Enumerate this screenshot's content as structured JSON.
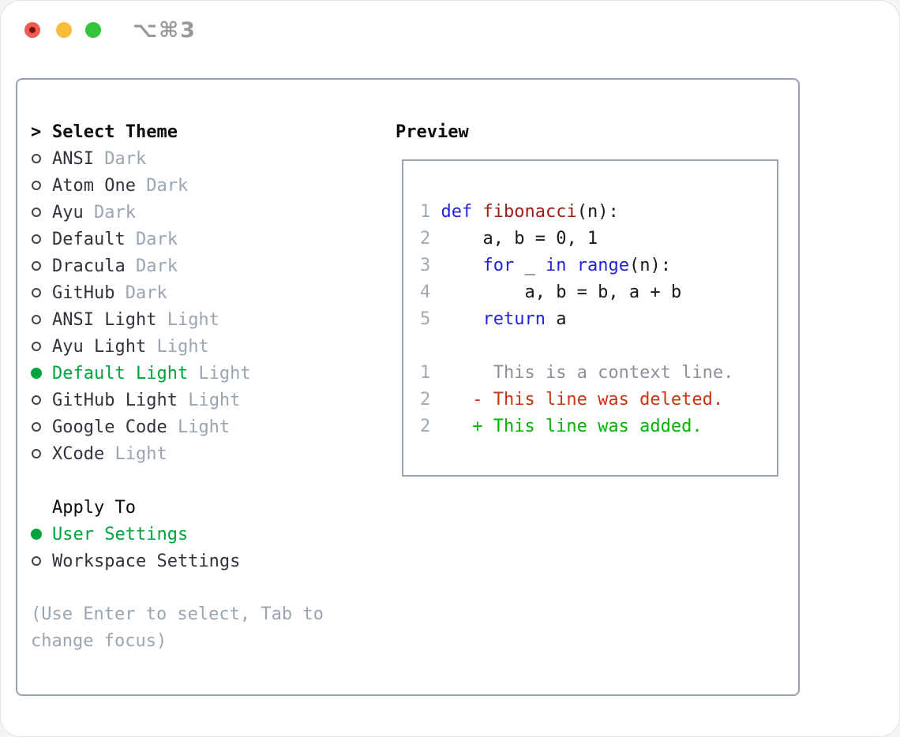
{
  "titlebar": {
    "title": "⌥⌘3",
    "buttons": [
      {
        "name": "close"
      },
      {
        "name": "minimize"
      },
      {
        "name": "zoom"
      }
    ]
  },
  "theme_list": {
    "header_prefix": ">",
    "header": "Select Theme",
    "items": [
      {
        "name": "ANSI",
        "tag": "Dark",
        "selected": false
      },
      {
        "name": "Atom One",
        "tag": "Dark",
        "selected": false
      },
      {
        "name": "Ayu",
        "tag": "Dark",
        "selected": false
      },
      {
        "name": "Default",
        "tag": "Dark",
        "selected": false
      },
      {
        "name": "Dracula",
        "tag": "Dark",
        "selected": false
      },
      {
        "name": "GitHub",
        "tag": "Dark",
        "selected": false
      },
      {
        "name": "ANSI Light",
        "tag": "Light",
        "selected": false
      },
      {
        "name": "Ayu Light",
        "tag": "Light",
        "selected": false
      },
      {
        "name": "Default Light",
        "tag": "Light",
        "selected": true
      },
      {
        "name": "GitHub Light",
        "tag": "Light",
        "selected": false
      },
      {
        "name": "Google Code",
        "tag": "Light",
        "selected": false
      },
      {
        "name": "XCode",
        "tag": "Light",
        "selected": false
      }
    ]
  },
  "apply_to": {
    "header": "Apply To",
    "options": [
      {
        "name": "User Settings",
        "selected": true
      },
      {
        "name": "Workspace Settings",
        "selected": false
      }
    ]
  },
  "hint": "(Use Enter to select, Tab to change focus)",
  "preview": {
    "header": "Preview",
    "code_lines": [
      {
        "num": "1",
        "segments": [
          {
            "text": "def",
            "style": "kw"
          },
          {
            "text": " ",
            "style": "plain"
          },
          {
            "text": "fibonacci",
            "style": "fn"
          },
          {
            "text": "(n):",
            "style": "plain"
          }
        ]
      },
      {
        "num": "2",
        "segments": [
          {
            "text": "    a, b = 0, 1",
            "style": "plain"
          }
        ]
      },
      {
        "num": "3",
        "segments": [
          {
            "text": "    ",
            "style": "plain"
          },
          {
            "text": "for",
            "style": "kw"
          },
          {
            "text": " _ ",
            "style": "plain"
          },
          {
            "text": "in",
            "style": "kw"
          },
          {
            "text": " ",
            "style": "plain"
          },
          {
            "text": "range",
            "style": "kw"
          },
          {
            "text": "(n):",
            "style": "plain"
          }
        ]
      },
      {
        "num": "4",
        "segments": [
          {
            "text": "        a, b = b, a + b",
            "style": "plain"
          }
        ]
      },
      {
        "num": "5",
        "segments": [
          {
            "text": "    ",
            "style": "plain"
          },
          {
            "text": "return",
            "style": "kw"
          },
          {
            "text": " a",
            "style": "plain"
          }
        ]
      }
    ],
    "diff_lines": [
      {
        "num": "1",
        "text": "      This is a context line.",
        "type": "context"
      },
      {
        "num": "2",
        "text": "    - This line was deleted.",
        "type": "deleted"
      },
      {
        "num": "2",
        "text": "    + This line was added.",
        "type": "added"
      }
    ]
  },
  "colors": {
    "tl-red": "#f15b50",
    "tl-red-dot": "#7c100b",
    "tl-yellow": "#f8bc38",
    "tl-green": "#33c53a",
    "title": "#98989d",
    "border": "#99a1ab",
    "border2": "#9aa3ad",
    "header": "#0a0a0a",
    "text": "#30343c",
    "tag": "#9aa5b2",
    "hint": "#9aa5b2",
    "green": "#00a43e",
    "ring": "#3f444b",
    "ln": "#9fa9b4",
    "kw": "#2222dd",
    "fn": "#a31c12",
    "plain": "#16181c",
    "ctx": "#8b9299",
    "del": "#cc3311",
    "add": "#00b400"
  }
}
